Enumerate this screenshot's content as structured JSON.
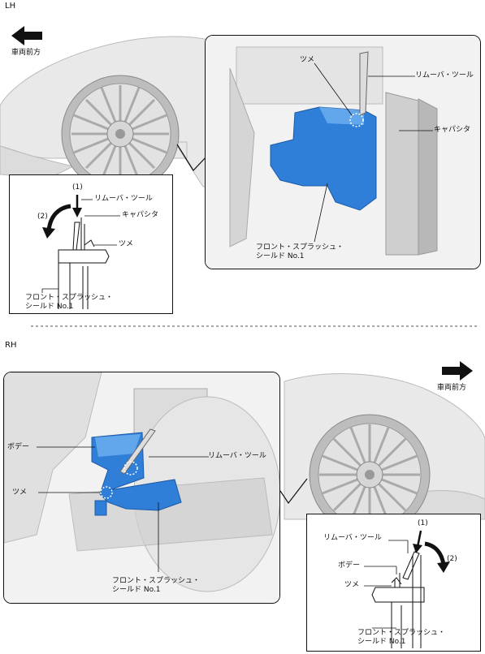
{
  "lh": {
    "section_label": "LH",
    "direction_label": "車両前方",
    "callouts": {
      "tsume": "ツメ",
      "remover_tool": "リムーバ・ツール",
      "capacitor": "キャパシタ",
      "splash_shield": "フロント・スプラッシュ・\nシールド No.1"
    },
    "inset": {
      "step1": "(1)",
      "step2": "(2)",
      "remover_tool": "リムーバ・ツール",
      "capacitor": "キャパシタ",
      "tsume": "ツメ",
      "splash_shield": "フロント・スプラッシュ・\nシールド No.1"
    }
  },
  "rh": {
    "section_label": "RH",
    "direction_label": "車両前方",
    "callouts": {
      "body": "ボデー",
      "remover_tool": "リムーバ・ツール",
      "tsume": "ツメ",
      "splash_shield": "フロント・スプラッシュ・\nシールド No.1"
    },
    "inset": {
      "step1": "(1)",
      "step2": "(2)",
      "remover_tool": "リムーバ・ツール",
      "body": "ボデー",
      "tsume": "ツメ",
      "splash_shield": "フロント・スプラッシュ・\nシールド No.1"
    }
  },
  "colors": {
    "shield_blue": "#2f7fd9",
    "shield_blue_light": "#6fb2ef",
    "line": "#111111",
    "car_grey": "#cfcfcf"
  }
}
